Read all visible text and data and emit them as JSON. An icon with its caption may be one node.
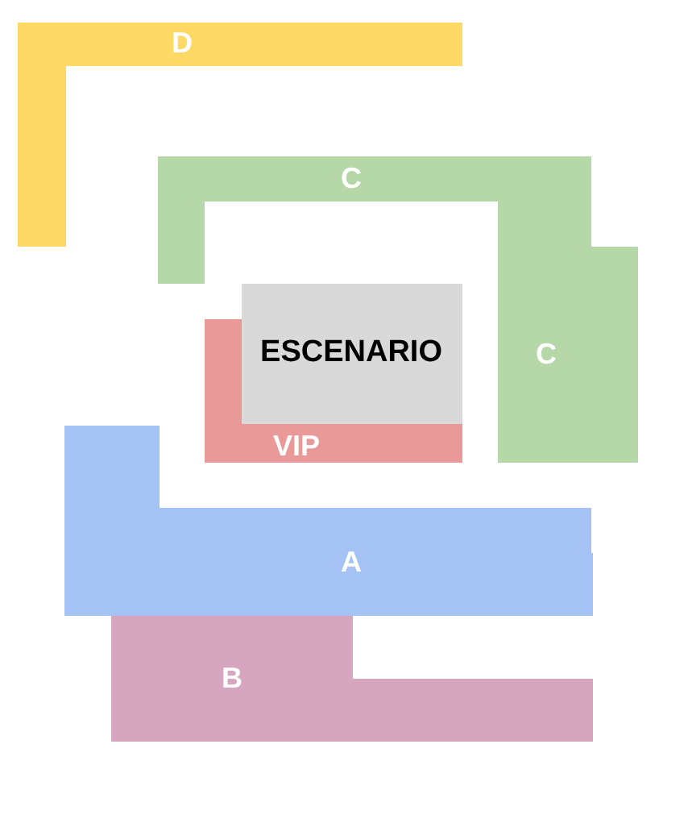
{
  "diagram": {
    "nodes": [
      {
        "text": [
          "D"
        ]
      },
      {
        "text": [
          "C",
          "C"
        ]
      },
      {
        "text": [
          "VIP"
        ]
      },
      {
        "text": [
          "ESCENARIO"
        ]
      },
      {
        "text": [
          "A"
        ]
      },
      {
        "text": [
          "B"
        ]
      }
    ]
  }
}
